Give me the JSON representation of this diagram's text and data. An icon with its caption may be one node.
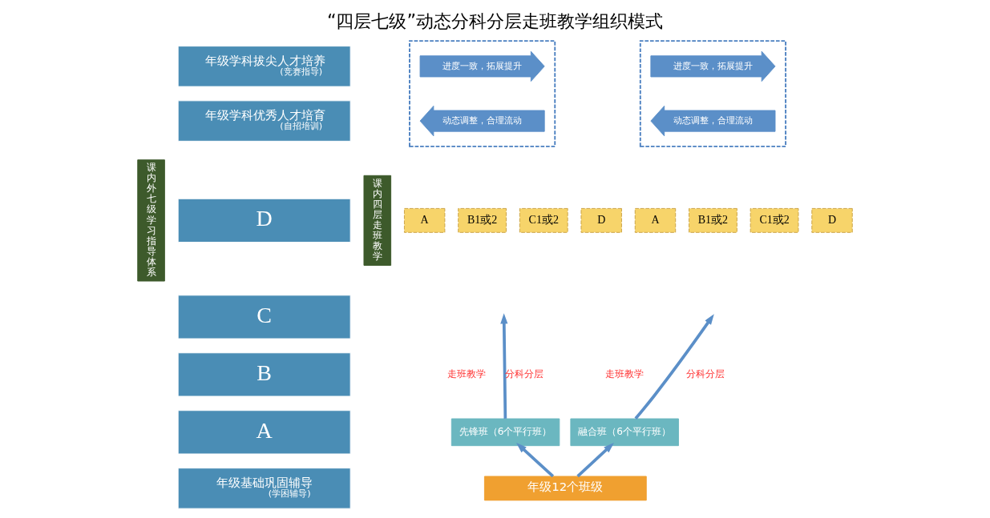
{
  "diagram": {
    "title": "“四层七级”动态分科分层走班教学组织模式",
    "nodes": [
      {
        "text": [
          "课内外七级学习指导体系"
        ]
      },
      {
        "text": [
          "年级学科拔尖人才培养",
          "(竞赛指导)"
        ]
      },
      {
        "text": [
          "年级学科优秀人才培育",
          "(自招培训)"
        ]
      },
      {
        "text": [
          "D"
        ]
      },
      {
        "text": [
          "C"
        ]
      },
      {
        "text": [
          "B"
        ]
      },
      {
        "text": [
          "A"
        ]
      },
      {
        "text": [
          "年级基础巩固辅导",
          "(学困辅导)"
        ]
      },
      {
        "text": [
          "课内四层走班教学"
        ]
      },
      {
        "text": [],
        "shape": "box"
      },
      {
        "text": [
          "进度一致，拓展提升"
        ],
        "in": 9
      },
      {
        "text": [
          "动态调整，合理流动"
        ],
        "in": 9
      },
      {
        "text": [
          "A"
        ]
      },
      {
        "text": [
          "B1或2"
        ]
      },
      {
        "text": [
          "C1或2"
        ]
      },
      {
        "text": [
          "D"
        ]
      },
      {
        "text": [
          "先锋班（6个平行班）"
        ]
      },
      {
        "text": [],
        "shape": "box"
      },
      {
        "text": [
          "进度一致，拓展提升"
        ],
        "in": 17
      },
      {
        "text": [
          "动态调整，合理流动"
        ],
        "in": 17
      },
      {
        "text": [
          "A"
        ]
      },
      {
        "text": [
          "B1或2"
        ]
      },
      {
        "text": [
          "C1或2"
        ]
      },
      {
        "text": [
          "D"
        ]
      },
      {
        "text": [
          "融合班（6个平行班）"
        ]
      },
      {
        "text": [
          "年级12个班级"
        ]
      }
    ],
    "edges": [
      {
        "from": 16,
        "to": null,
        "arrow": "to",
        "label": "分科分层"
      },
      {
        "from": 24,
        "to": null,
        "arrow": "to",
        "label": "分科分层"
      },
      {
        "from": 25,
        "to": 16,
        "arrow": "to"
      },
      {
        "from": 25,
        "to": 24,
        "arrow": "to"
      }
    ],
    "labels": [
      "走班教学",
      "走班教学"
    ]
  }
}
